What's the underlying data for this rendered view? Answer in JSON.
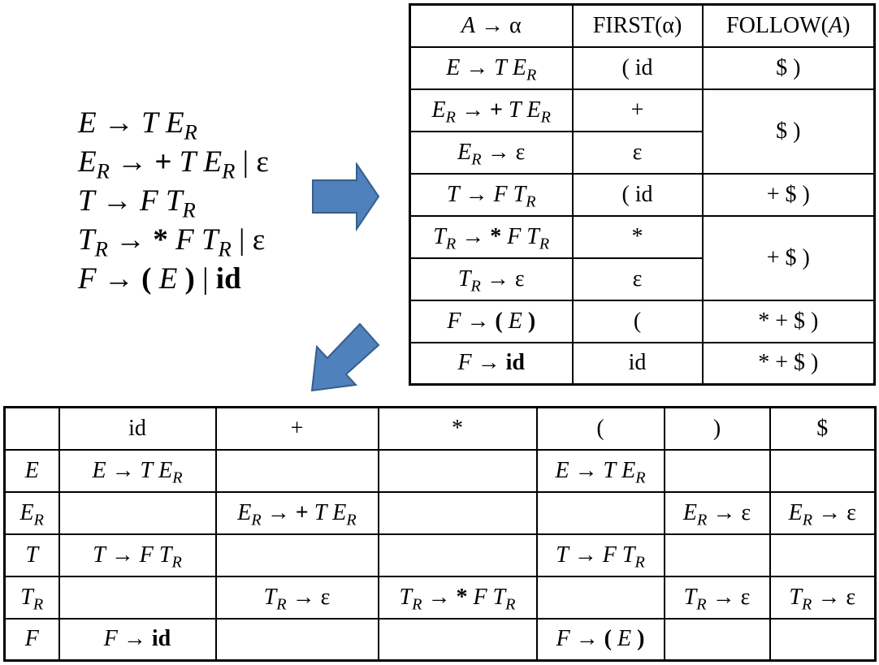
{
  "symbols": {
    "E": "E",
    "R": "R",
    "T": "T",
    "F": "F",
    "id": "id",
    "plus": "+",
    "star": "*",
    "lparen": "(",
    "rparen": ")",
    "dollar": "$",
    "eps": "ε",
    "arrow": "→",
    "bar": "|",
    "A": "A",
    "alpha": "α"
  },
  "ff_header": {
    "col1_A": "A",
    "col1_arrow": "→",
    "col1_alpha": "α",
    "first_prefix": "FIRST(",
    "first_alpha": "α",
    "first_suffix": ")",
    "follow_prefix": "FOLLOW(",
    "follow_A": "A",
    "follow_suffix": ")"
  },
  "ff_rows": [
    {
      "first": "( id",
      "follow": "$ )"
    },
    {
      "first": "+",
      "follow": "$ )"
    },
    {
      "first": "ε"
    },
    {
      "first": "( id",
      "follow": "+ $ )"
    },
    {
      "first": "*",
      "follow": "+ $ )"
    },
    {
      "first": "ε"
    },
    {
      "first": "(",
      "follow": "* + $ )"
    },
    {
      "first": "id",
      "follow": "* + $ )"
    }
  ],
  "pt_header": [
    "",
    "id",
    "+",
    "*",
    "(",
    ")",
    "$"
  ],
  "pt_rows": [
    "E",
    "E",
    "T",
    "T",
    "F"
  ],
  "colors": {
    "arrow_fill": "#4f81bd",
    "arrow_stroke": "#385d8a",
    "border": "#000000"
  }
}
